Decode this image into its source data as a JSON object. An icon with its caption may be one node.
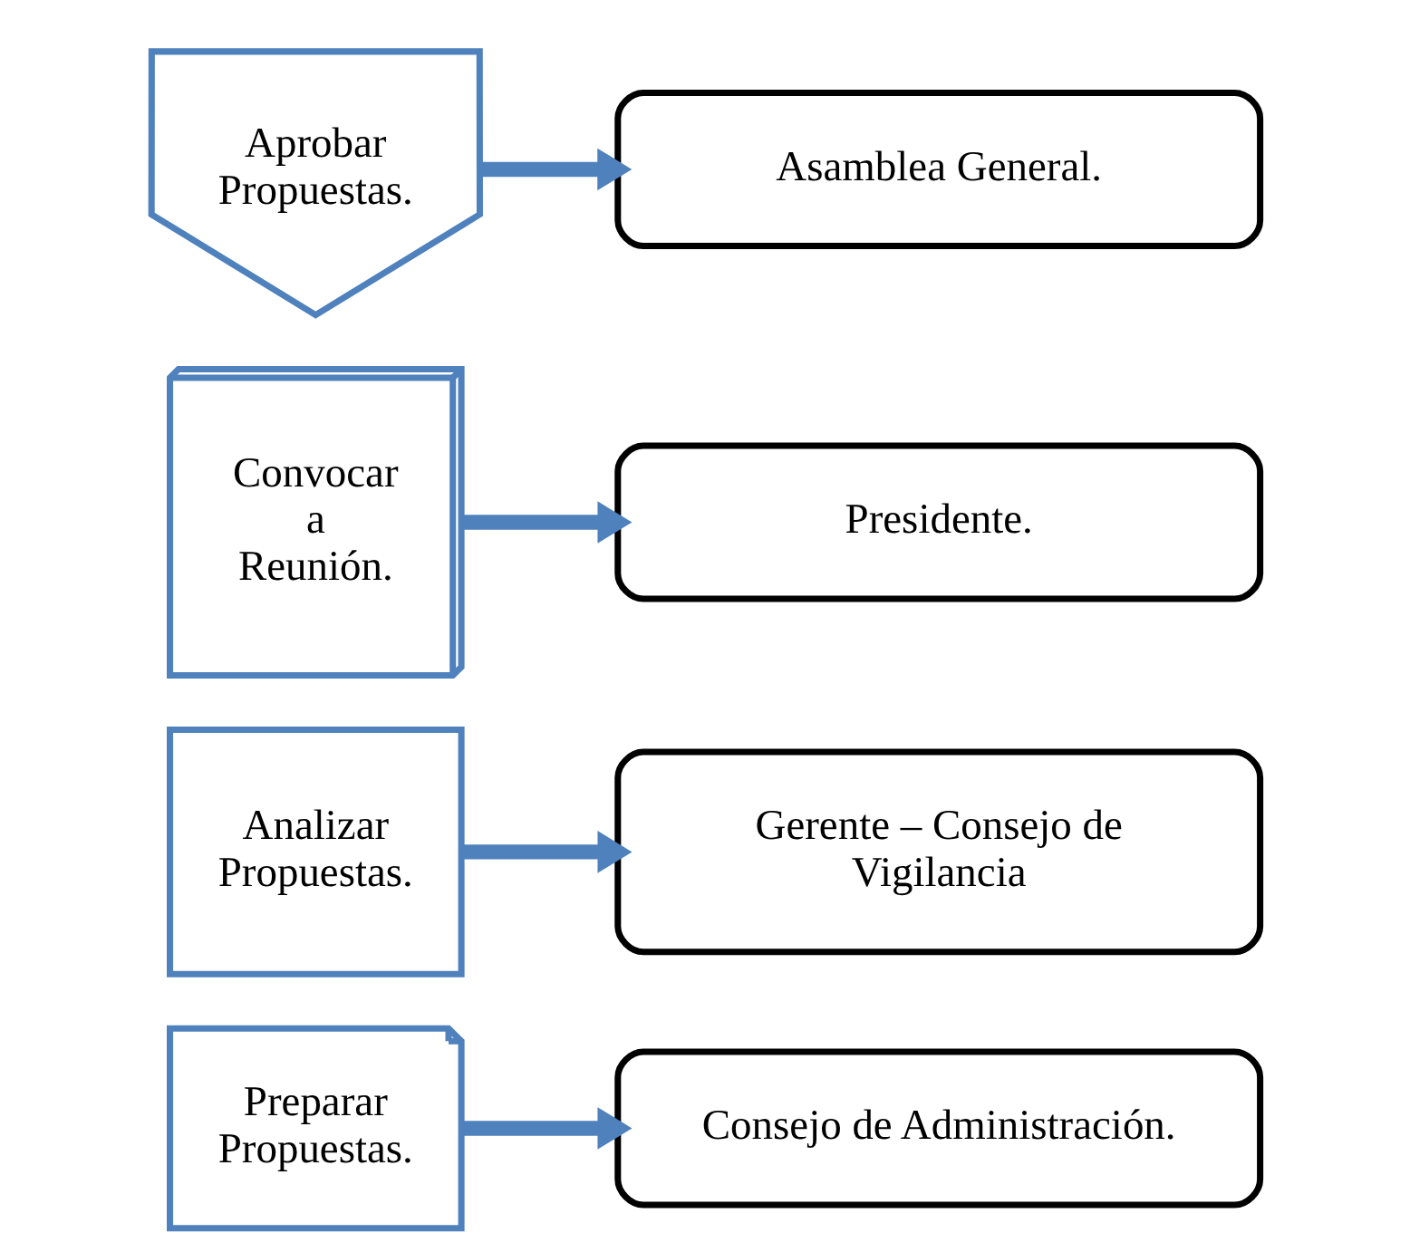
{
  "diagram": {
    "nodes": [
      {
        "text": [
          "Preparar Propuestas."
        ]
      },
      {
        "text": [
          "Consejo de Administración."
        ]
      },
      {
        "text": [
          "Analizar Propuestas."
        ]
      },
      {
        "text": [
          "Gerente – Consejo de Vigilancia"
        ]
      },
      {
        "text": [
          "Convocar a Reunión."
        ]
      },
      {
        "text": [
          "Presidente."
        ]
      },
      {
        "text": [
          "Aprobar Propuestas."
        ]
      },
      {
        "text": [
          "Asamblea General."
        ]
      }
    ],
    "edges": [
      {
        "from": 0,
        "to": 1,
        "arrow": "to"
      },
      {
        "from": 2,
        "to": 3,
        "arrow": "to"
      },
      {
        "from": 4,
        "to": 5,
        "arrow": "to"
      },
      {
        "from": 6,
        "to": 7,
        "arrow": "to"
      }
    ]
  }
}
